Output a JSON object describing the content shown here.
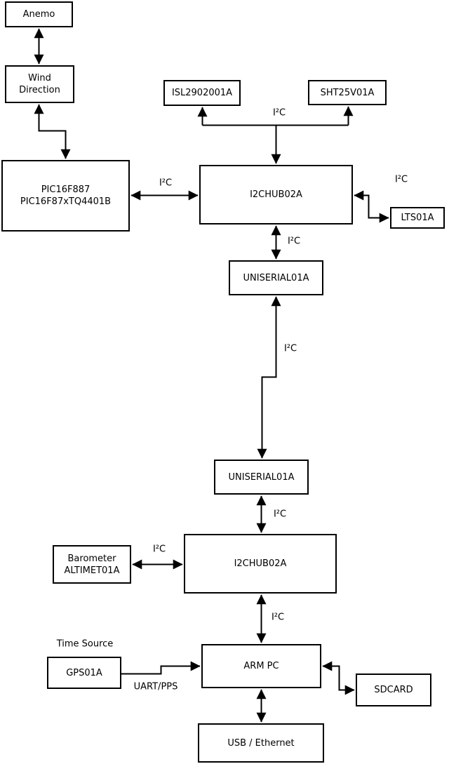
{
  "diagram": {
    "title_hint": "weather-station hardware block diagram",
    "colors": {
      "line": "#000000",
      "box_fill": "#ffffff",
      "background": "#ffffff",
      "text": "#000000"
    },
    "nodes": {
      "anemo": {
        "label": "Anemo"
      },
      "wind_direction": {
        "line1": "Wind",
        "line2": "Direction"
      },
      "pic": {
        "line1": "PIC16F887",
        "line2": "PIC16F87xTQ4401B"
      },
      "isl": {
        "label": "ISL2902001A"
      },
      "sht": {
        "label": "SHT25V01A"
      },
      "i2chub_top": {
        "label": "I2CHUB02A"
      },
      "lts": {
        "label": "LTS01A"
      },
      "uniserial_top": {
        "label": "UNISERIAL01A"
      },
      "uniserial_bottom": {
        "label": "UNISERIAL01A"
      },
      "i2chub_bottom": {
        "label": "I2CHUB02A"
      },
      "barometer": {
        "line1": "Barometer",
        "line2": "ALTIMET01A"
      },
      "gps": {
        "label": "GPS01A"
      },
      "arm_pc": {
        "label": "ARM PC"
      },
      "sdcard": {
        "label": "SDCARD"
      },
      "usb_ethernet": {
        "label": "USB / Ethernet"
      }
    },
    "edge_labels": {
      "i2c": "I²C",
      "uart_pps": "UART/PPS",
      "time_source": "Time Source"
    }
  }
}
